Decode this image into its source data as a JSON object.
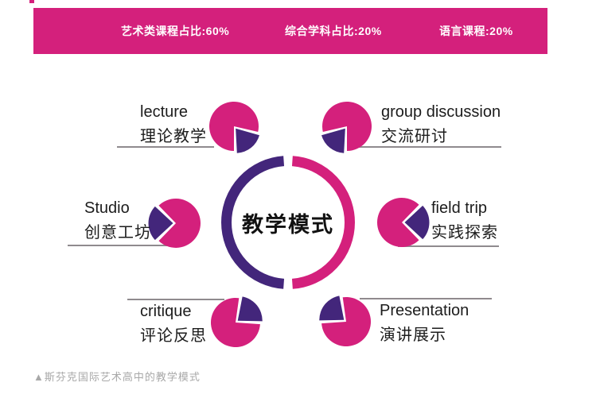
{
  "colors": {
    "pink": "#d4207c",
    "purple": "#43267b",
    "line": "#8f8a8e",
    "caption_gray": "#a8a8a8"
  },
  "header_bar": {
    "stats": [
      {
        "label": "艺术类课程占比:60%"
      },
      {
        "label": "综合学科占比:20%"
      },
      {
        "label": "语言课程:20%"
      }
    ]
  },
  "center_ring": {
    "title": "教学模式",
    "left_color": "#43267b",
    "right_color": "#d4207c",
    "gap_degrees": 8
  },
  "items": [
    {
      "id": "lecture",
      "en": "lecture",
      "zh": "理论教学",
      "position": "top-left",
      "wedge": {
        "start": 103,
        "end": 180
      }
    },
    {
      "id": "group-discussion",
      "en": "group discussion",
      "zh": "交流研讨",
      "position": "top-right",
      "wedge": {
        "start": 180,
        "end": 257
      }
    },
    {
      "id": "studio",
      "en": "Studio",
      "zh": "创意工坊",
      "position": "middle-left",
      "wedge": {
        "start": 224,
        "end": 316
      }
    },
    {
      "id": "field-trip",
      "en": "field trip",
      "zh": "实践探索",
      "position": "middle-right",
      "wedge": {
        "start": 44,
        "end": 136
      }
    },
    {
      "id": "critique",
      "en": "critique",
      "zh": "评论反思",
      "position": "bottom-left",
      "wedge": {
        "start": 8,
        "end": 94
      }
    },
    {
      "id": "presentation",
      "en": "Presentation",
      "zh": "演讲展示",
      "position": "bottom-right",
      "wedge": {
        "start": 266,
        "end": 352
      }
    }
  ],
  "caption": {
    "text": "▲斯芬克国际艺术高中的教学模式"
  }
}
